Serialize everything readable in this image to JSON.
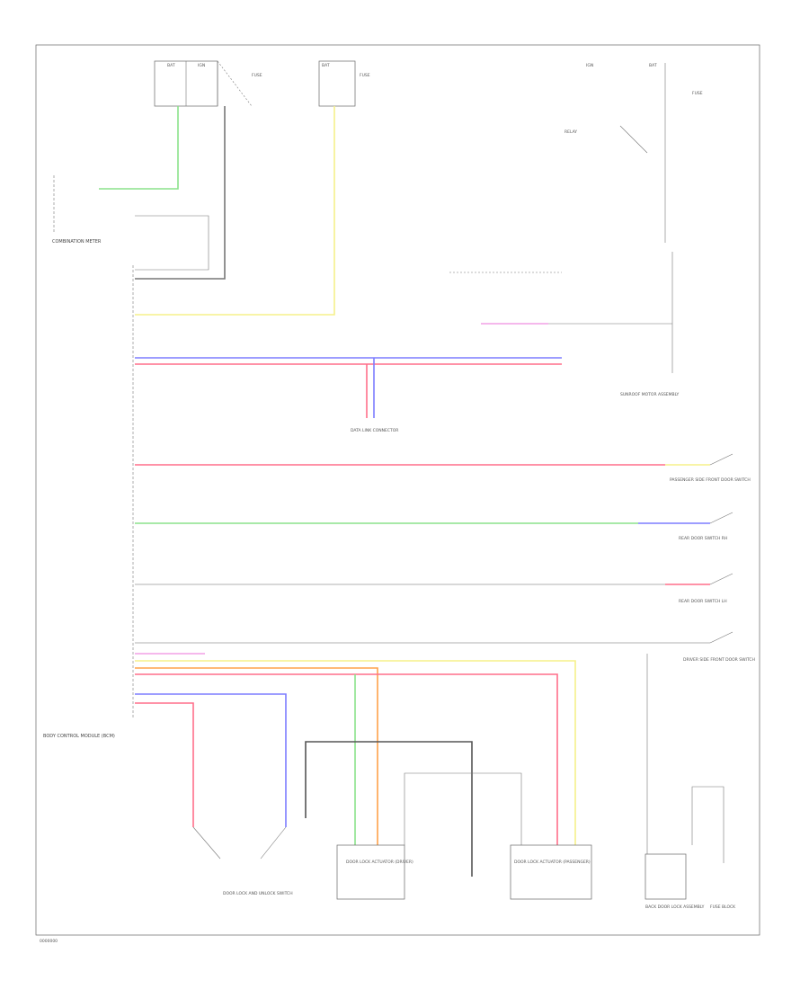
{
  "labels": {
    "combination_meter": "COMBINATION METER",
    "bcm": "BODY CONTROL MODULE (BCM)",
    "data_link_connector": "DATA LINK CONNECTOR",
    "sunroof_motor": "SUNROOF MOTOR ASSEMBLY",
    "passenger_door_switch": "PASSENGER SIDE FRONT DOOR SWITCH",
    "rear_door_switch_rh": "REAR DOOR SWITCH RH",
    "rear_door_switch_lh": "REAR DOOR SWITCH LH",
    "driver_door_switch": "DRIVER SIDE FRONT DOOR SWITCH",
    "driver_door_lock_actuator": "DOOR LOCK ACTUATOR (DRIVER)",
    "passenger_door_lock_actuator": "DOOR LOCK ACTUATOR (PASSENGER)",
    "door_lock_unlock_switch": "DOOR LOCK AND UNLOCK SWITCH",
    "back_door_lock": "BACK DOOR LOCK ASSEMBLY",
    "fuse_block": "FUSE BLOCK",
    "page_ref": "0000000"
  },
  "wire_colors": {
    "green": "#8be28b",
    "yellow": "#f5f08a",
    "blue": "#7d7dff",
    "red": "#ff6f8a",
    "pink": "#f2a0e6",
    "orange": "#ffa24a",
    "gray": "#999999",
    "dark": "#555555"
  }
}
